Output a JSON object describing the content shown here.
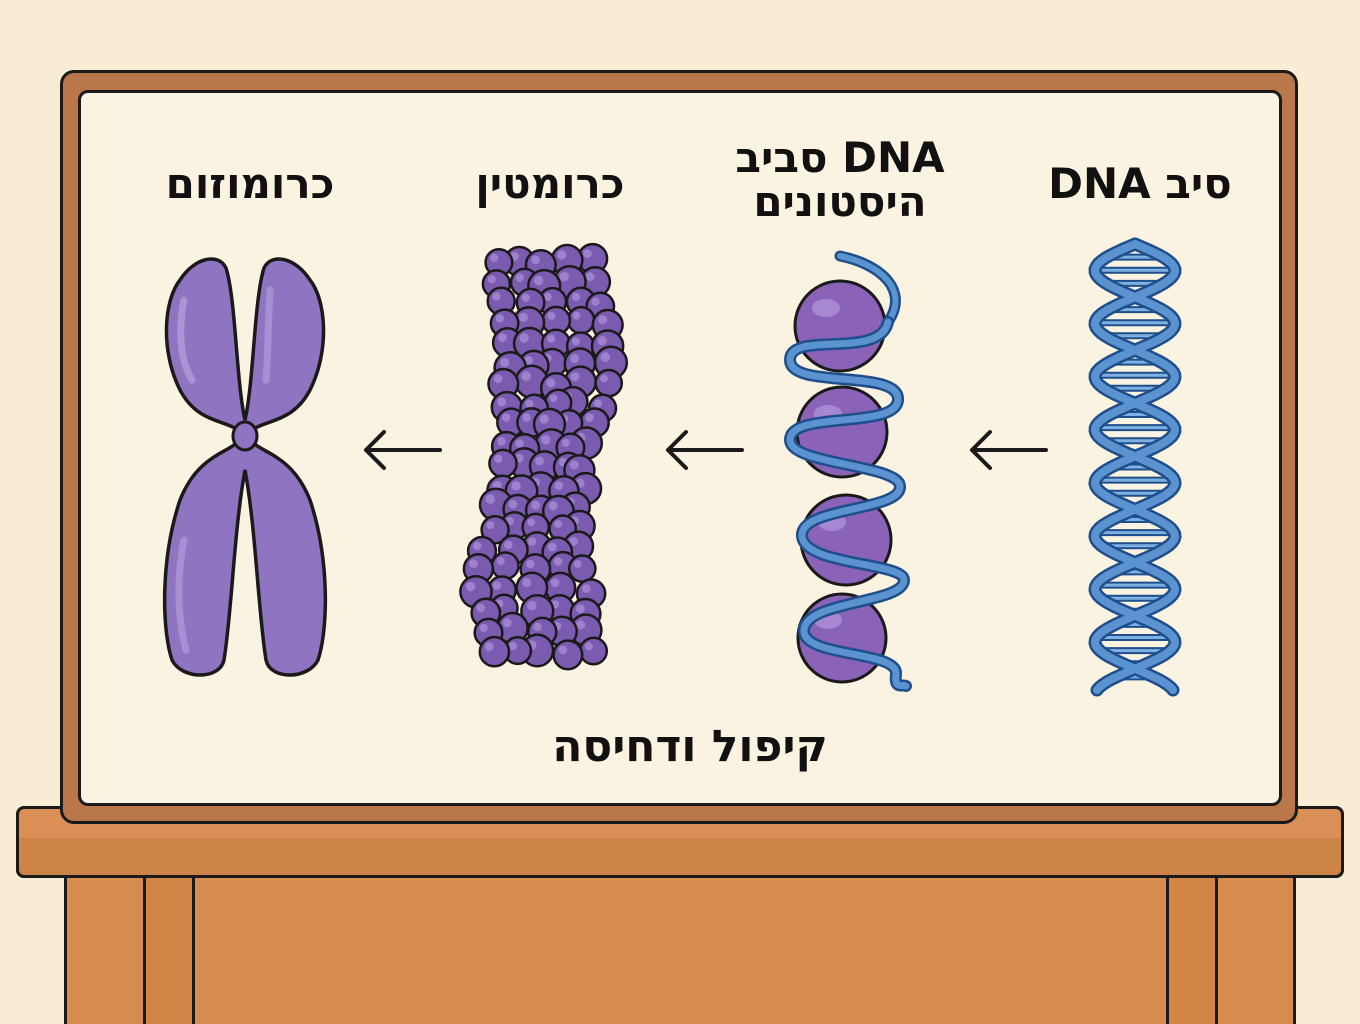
{
  "diagram": {
    "stages": [
      {
        "id": "dna-strand",
        "label": "סיב DNA"
      },
      {
        "id": "dna-around-histones",
        "label_line1": "DNA סביב",
        "label_line2": "היסטונים"
      },
      {
        "id": "chromatin",
        "label": "כרומטין"
      },
      {
        "id": "chromosome",
        "label": "כרומוזום"
      }
    ],
    "caption": "קיפול ודחיסה",
    "colors": {
      "dna_blue": "#4f86c6",
      "dna_dark": "#1f4f8a",
      "histone_purple": "#8a63b8",
      "chromatin_purple": "#7b5bb0",
      "chromosome_purple": "#8f74c2",
      "board": "#fbf3e2",
      "frame": "#b9774a",
      "desk": "#d98f55",
      "wall": "#f8ecd4"
    },
    "icons": [
      "arrow-left-icon",
      "arrow-left-icon",
      "arrow-left-icon"
    ]
  }
}
